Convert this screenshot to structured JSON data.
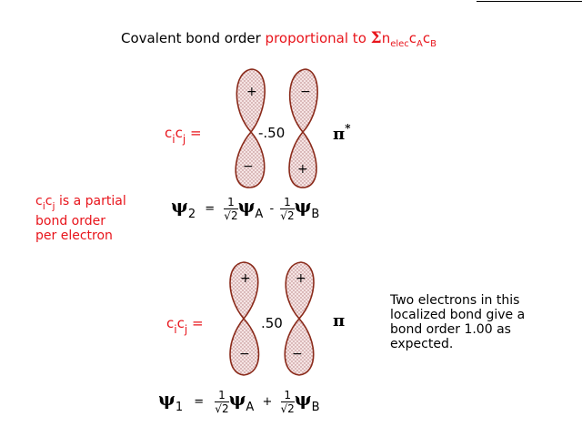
{
  "title": {
    "prefix": "Covalent bond order",
    "highlight": "proportional to",
    "sigma": "Σ",
    "n": "n",
    "n_sub": "elec",
    "c1": "c",
    "c1_sub": "A",
    "c2": "c",
    "c2_sub": "B"
  },
  "pi_star_orbital": {
    "product_label": {
      "c1": "c",
      "sub1": "i",
      "c2": "c",
      "sub2": "j",
      "eq": "="
    },
    "value": "-.50",
    "symbol": "π",
    "symbol_sup": "*",
    "signs": [
      "+",
      "−",
      "−",
      "+"
    ],
    "wavefunction": {
      "psi": "ψ",
      "index": "2",
      "eq": "=",
      "num": "1",
      "den": "√2",
      "op": "-",
      "a": "A",
      "b": "B"
    }
  },
  "pi_orbital": {
    "product_label": {
      "c1": "c",
      "sub1": "i",
      "c2": "c",
      "sub2": "j",
      "eq": "="
    },
    "value": ".50",
    "symbol": "π",
    "signs": [
      "+",
      "+",
      "−",
      "−"
    ],
    "wavefunction": {
      "psi": "ψ",
      "index": "1",
      "eq": "=",
      "num": "1",
      "den": "√2",
      "op": "+",
      "a": "A",
      "b": "B"
    }
  },
  "side_note": {
    "c1": "c",
    "sub1": "i",
    "c2": "c",
    "sub2": "j",
    "line1_rest": "is a partial",
    "line2": "bond order",
    "line3": "per electron"
  },
  "conclusion": {
    "line1": "Two electrons in this",
    "line2": "localized bond give a",
    "line3": "bond order 1.00 as",
    "line4": "expected."
  },
  "colors": {
    "accent_red": "#e8141b",
    "lobe_fill": "#f4dcdc",
    "lobe_stroke": "#8a2a1a"
  }
}
